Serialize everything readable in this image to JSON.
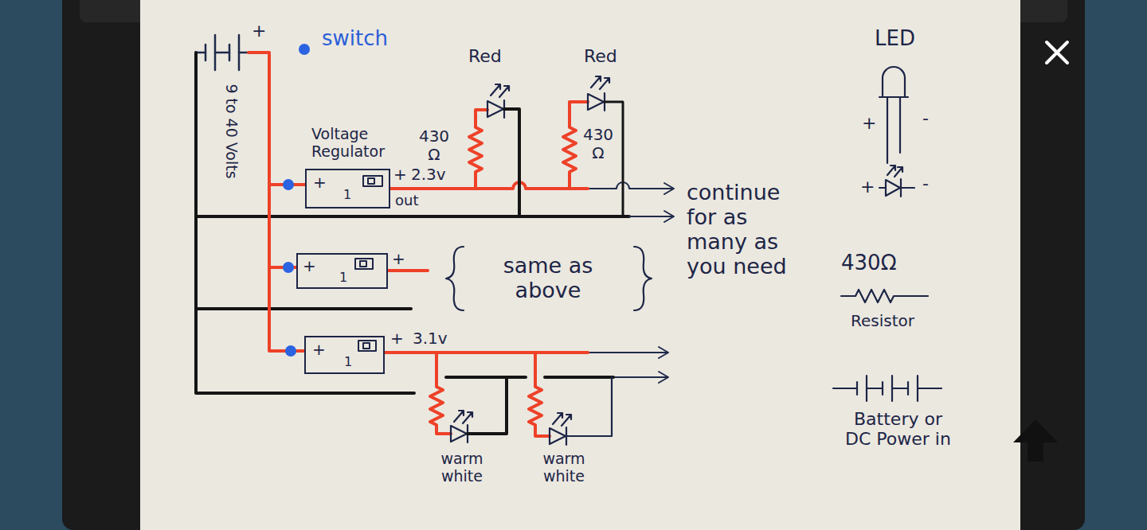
{
  "diagram": {
    "nodes": [
      {
        "text": [
          "Voltage Regulator",
          "+",
          "1"
        ]
      },
      {
        "text": [
          "+",
          "1"
        ]
      },
      {
        "text": [
          "+",
          "1"
        ]
      }
    ],
    "edges": [
      {
        "from": 0,
        "to": 1,
        "arrow": "none"
      },
      {
        "from": 1,
        "to": 2,
        "arrow": "none"
      }
    ],
    "labels": [
      "+",
      "switch",
      "9 to 40 Volts",
      "Red",
      "Red",
      "430 Ω",
      "430 Ω",
      "+",
      "2.3v",
      "out",
      "continue for as many as you need",
      "same as above",
      "+",
      "+",
      "3.1v",
      "warm white",
      "warm white",
      "LED",
      "+",
      "-",
      "+",
      "-",
      "430Ω",
      "Resistor",
      "Battery or DC Power in"
    ]
  }
}
